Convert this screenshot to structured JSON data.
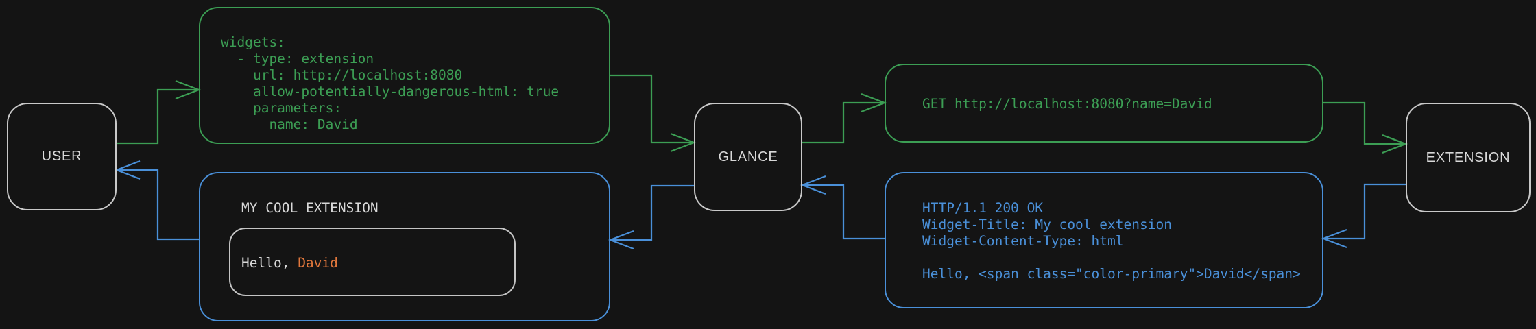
{
  "colors": {
    "background": "#141414",
    "green": "#3c9e54",
    "blue": "#4a90d9",
    "neutral": "#c9c9c9",
    "label": "#d9d9d9",
    "orange": "#e0773c"
  },
  "nodes": {
    "user": {
      "label": "USER"
    },
    "glance": {
      "label": "GLANCE"
    },
    "extension": {
      "label": "EXTENSION"
    }
  },
  "config_box": {
    "code": "widgets:\n  - type: extension\n    url: http://localhost:8080\n    allow-potentially-dangerous-html: true\n    parameters:\n      name: David"
  },
  "request_box": {
    "code": "GET http://localhost:8080?name=David"
  },
  "response_box": {
    "code": "HTTP/1.1 200 OK\nWidget-Title: My cool extension\nWidget-Content-Type: html\n\nHello, <span class=\"color-primary\">David</span>"
  },
  "widget_box": {
    "title": "MY COOL EXTENSION",
    "greeting_prefix": "Hello, ",
    "greeting_name": "David"
  }
}
